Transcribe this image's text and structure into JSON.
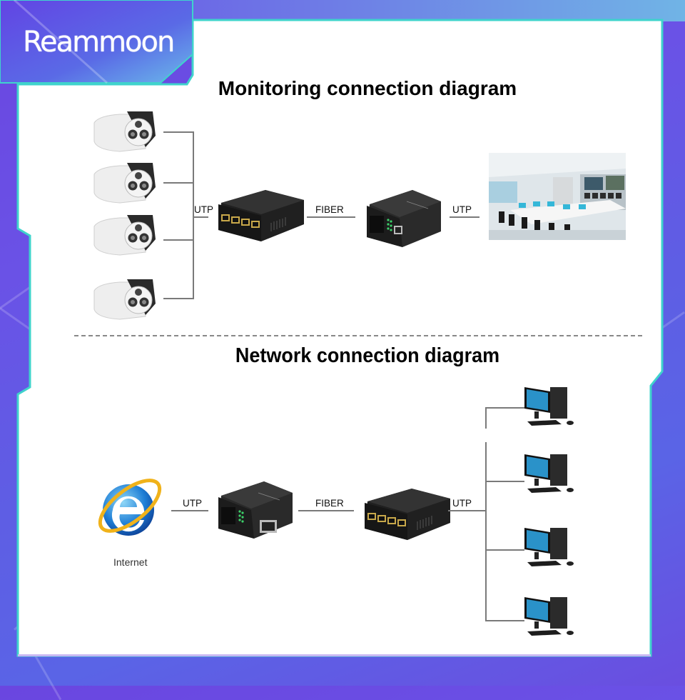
{
  "brand": {
    "name": "Reammoon",
    "colors": {
      "frame_purple": "#6a4ee0",
      "frame_accent": "#3fd3cc",
      "panel": "#ffffff"
    }
  },
  "monitoring_diagram": {
    "title": "Monitoring connection diagram",
    "sources": [
      {
        "type": "camera",
        "icon": "bullet-camera-icon"
      },
      {
        "type": "camera",
        "icon": "bullet-camera-icon"
      },
      {
        "type": "camera",
        "icon": "bullet-camera-icon"
      },
      {
        "type": "camera",
        "icon": "bullet-camera-icon"
      }
    ],
    "links": [
      {
        "label": "UTP"
      },
      {
        "label": "FIBER"
      },
      {
        "label": "UTP"
      }
    ],
    "devices": [
      {
        "name": "4-port switch media converter",
        "icon": "four-port-switch-icon"
      },
      {
        "name": "fiber media converter",
        "icon": "fiber-converter-icon"
      }
    ],
    "destination": {
      "name": "Monitoring control room",
      "icon": "control-room-icon"
    }
  },
  "network_diagram": {
    "title": "Network connection diagram",
    "source": {
      "label": "Internet",
      "icon": "internet-explorer-icon"
    },
    "links": [
      {
        "label": "UTP"
      },
      {
        "label": "FIBER"
      },
      {
        "label": "UTP"
      }
    ],
    "devices": [
      {
        "name": "fiber media converter",
        "icon": "fiber-converter-icon"
      },
      {
        "name": "4-port switch media converter",
        "icon": "four-port-switch-icon"
      }
    ],
    "clients": [
      {
        "icon": "desktop-computer-icon"
      },
      {
        "icon": "desktop-computer-icon"
      },
      {
        "icon": "desktop-computer-icon"
      },
      {
        "icon": "desktop-computer-icon"
      }
    ]
  }
}
